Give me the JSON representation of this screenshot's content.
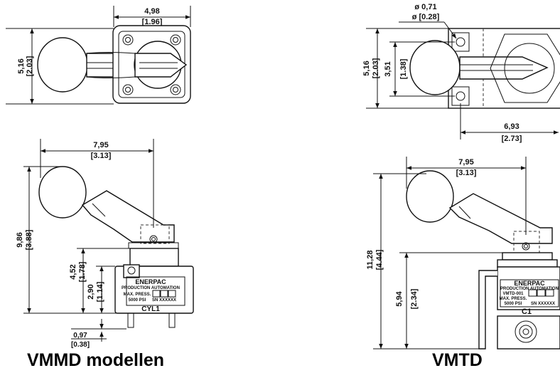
{
  "left_model": {
    "caption": "VMMD modellen",
    "top_view": {
      "width_dim": {
        "mm": "4,98",
        "in": "[1.96]"
      },
      "height_dim": {
        "mm": "5,16",
        "in": "[2.03]"
      }
    },
    "side_view": {
      "reach_dim": {
        "mm": "7,95",
        "in": "[3.13]"
      },
      "total_height_dim": {
        "mm": "9,86",
        "in": "[3.88]"
      },
      "mid_height_dim": {
        "mm": "4,52",
        "in": "[1.78]"
      },
      "body_height_dim": {
        "mm": "2,90",
        "in": "[1.14]"
      },
      "port_dim": {
        "mm": "0,97",
        "in": "[0.38]"
      },
      "label": {
        "brand": "ENERPAC",
        "sub": "PRODUCTION AUTOMATION",
        "press": "MAX. PRESS.",
        "psi": "5000 PSI",
        "sn": "SN XXXXXX",
        "model": "CYL1"
      }
    }
  },
  "right_model": {
    "caption": "VMTD",
    "top_view": {
      "hole_dim": {
        "mm": "ø 0,71",
        "in": "ø [0.28]"
      },
      "height_dim": {
        "mm": "5,16",
        "in": "[2.03]"
      },
      "hole_spacing_dim": {
        "mm": "3,51",
        "in": "[1.38]"
      },
      "offset_dim": {
        "mm": "6,93",
        "in": "[2.73]"
      }
    },
    "side_view": {
      "reach_dim": {
        "mm": "7,95",
        "in": "[3.13]"
      },
      "total_height_dim": {
        "mm": "11,28",
        "in": "[4.44]"
      },
      "mid_height_dim": {
        "mm": "5,94",
        "in": "[2.34]"
      },
      "label": {
        "brand": "ENERPAC",
        "sub": "PRODUCTION AUTOMATION",
        "model_code": "VMTD-001",
        "press": "MAX. PRESS.",
        "psi": "5000 PSI",
        "sn": "SN XXXXXX",
        "port": "C1"
      }
    }
  }
}
